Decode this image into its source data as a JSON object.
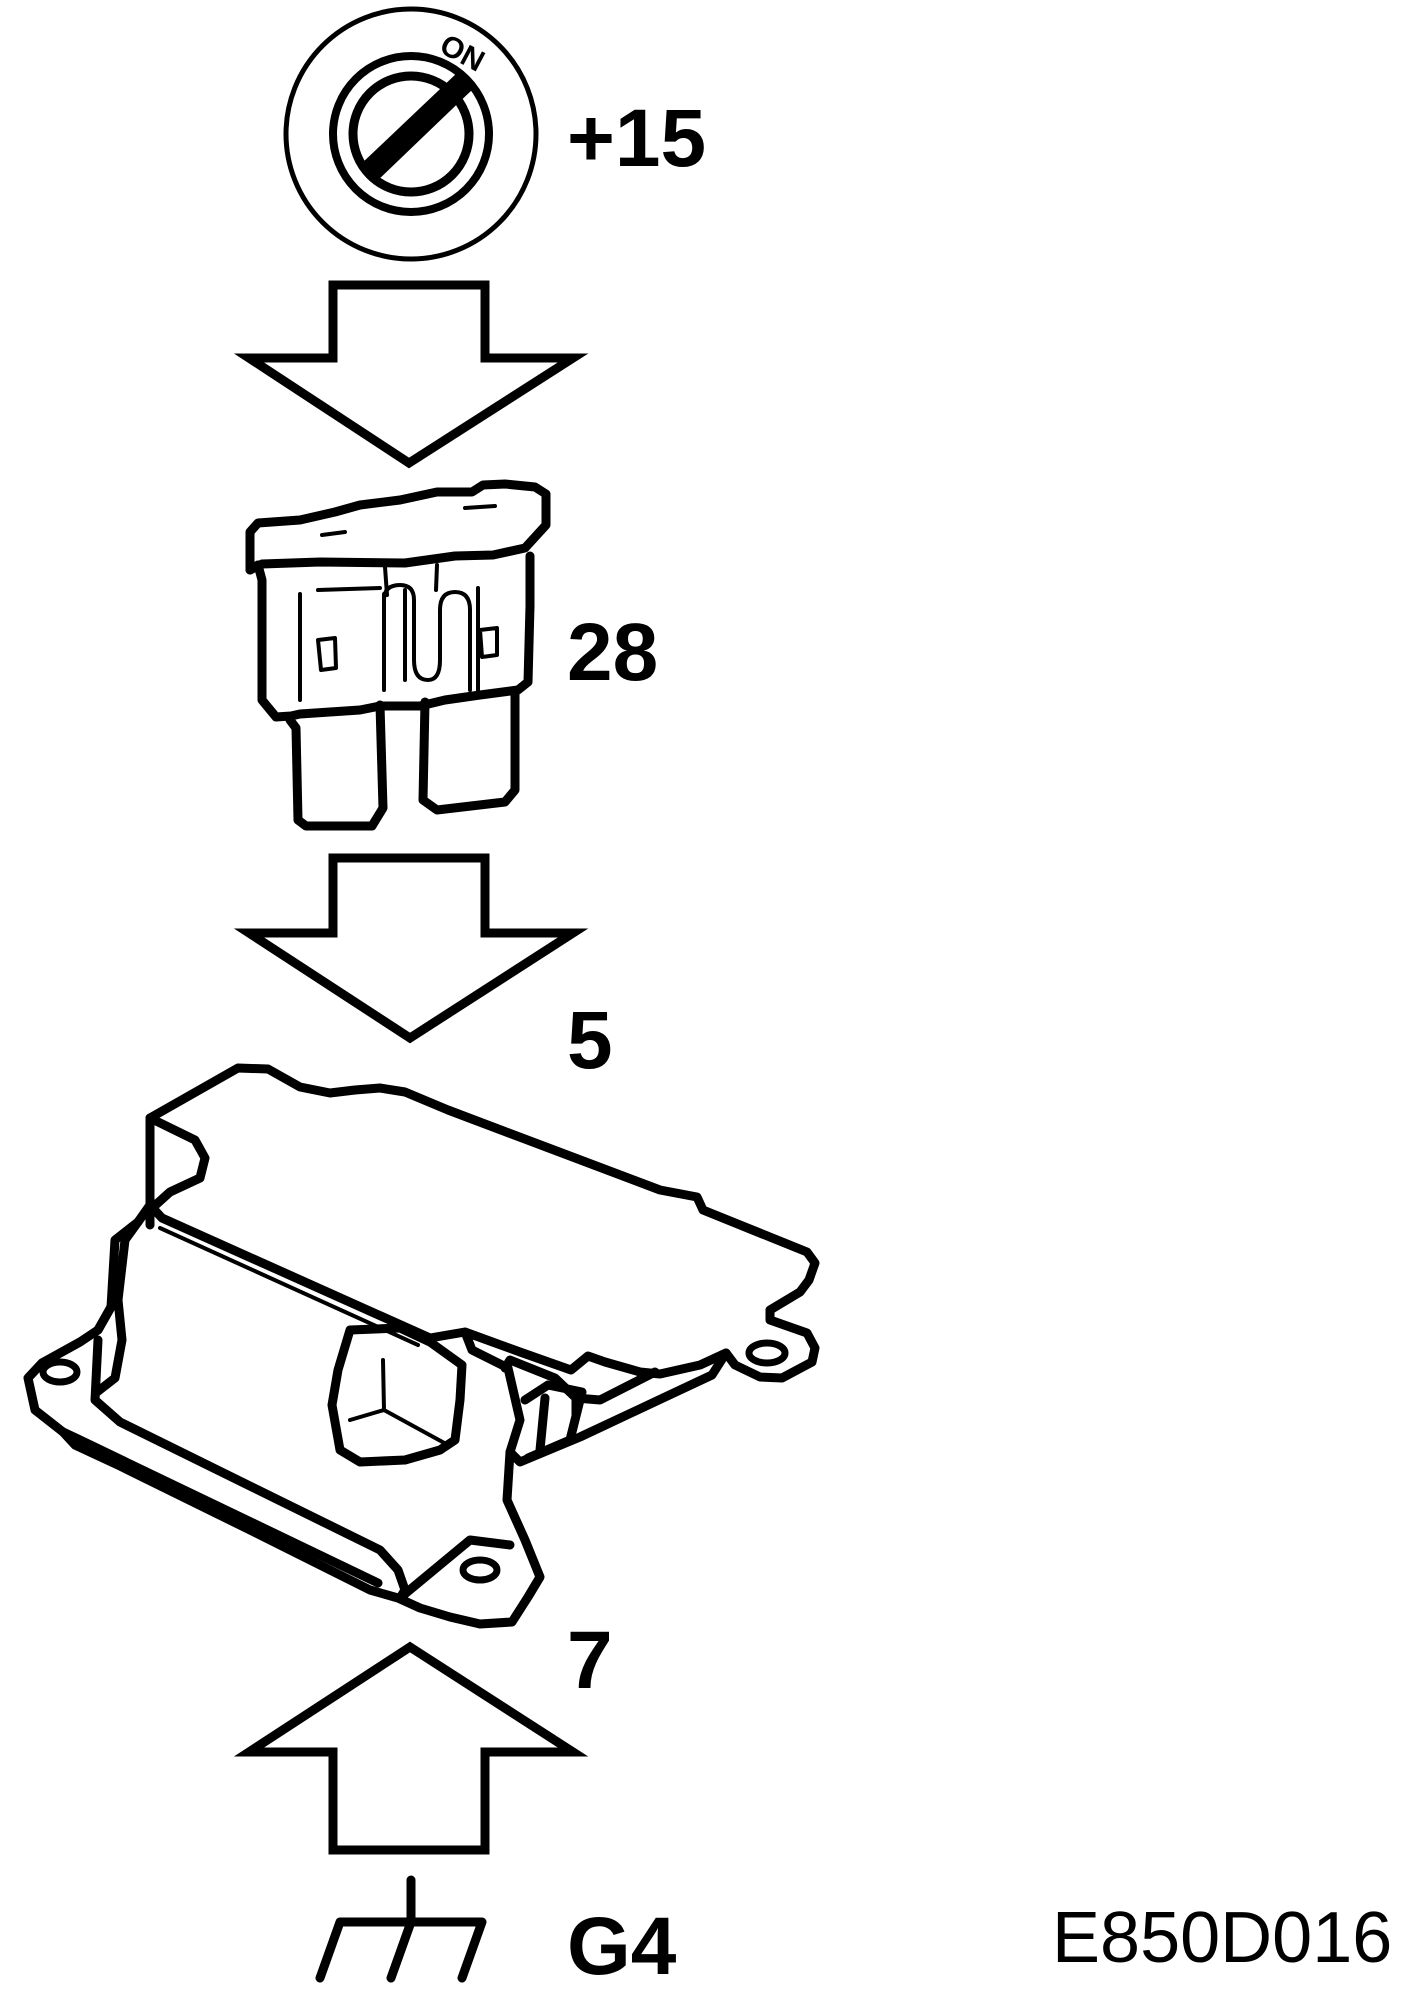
{
  "labels": {
    "ignition": "+15",
    "ignition_on": "ON",
    "fuse": "28",
    "module_top": "5",
    "module_bottom": "7",
    "ground": "G4",
    "figure_ref": "E850D016"
  },
  "icons": [
    "ignition-switch-icon",
    "arrow-down-icon",
    "fuse-icon",
    "airbag-control-module-icon",
    "arrow-up-icon",
    "ground-symbol-icon"
  ],
  "colors": {
    "line": "#000000",
    "background": "#ffffff"
  }
}
